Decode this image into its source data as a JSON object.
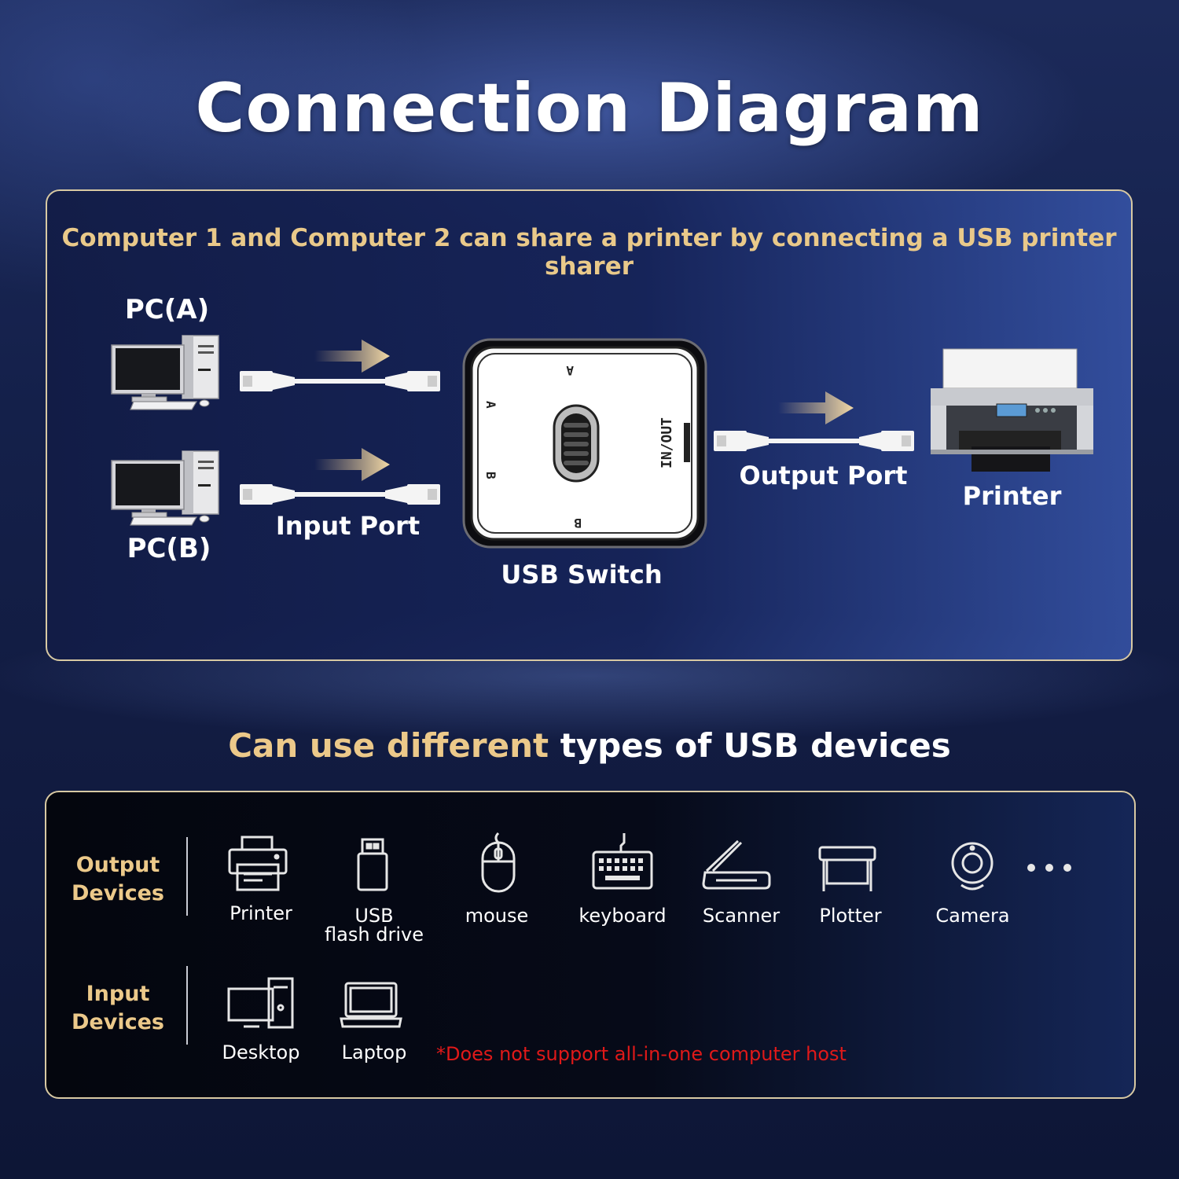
{
  "title": "Connection Diagram",
  "diagram": {
    "subtitle": "Computer 1 and Computer 2 can share a printer by connecting a USB printer sharer",
    "pc_a_label": "PC(A)",
    "pc_b_label": "PC(B)",
    "input_port_label": "Input Port",
    "usb_switch_label": "USB Switch",
    "output_port_label": "Output Port",
    "printer_label": "Printer",
    "switch_markings": {
      "in_out": "IN/OUT",
      "a": "A",
      "b": "B"
    }
  },
  "devices_section": {
    "title_gold": "Can use ",
    "title_gold_2": "different",
    "title_white": " types of USB devices",
    "output_category": [
      "Output",
      "Devices"
    ],
    "input_category": [
      "Input",
      "Devices"
    ],
    "output_devices": [
      {
        "icon": "printer-icon",
        "label": "Printer"
      },
      {
        "icon": "usb-flash-drive-icon",
        "label_line1": "USB",
        "label_line2": "flash drive"
      },
      {
        "icon": "mouse-icon",
        "label": "mouse"
      },
      {
        "icon": "keyboard-icon",
        "label": "keyboard"
      },
      {
        "icon": "scanner-icon",
        "label": "Scanner"
      },
      {
        "icon": "plotter-icon",
        "label": "Plotter"
      },
      {
        "icon": "camera-icon",
        "label": "Camera"
      },
      {
        "icon": "more-dots-icon"
      }
    ],
    "input_devices": [
      {
        "icon": "desktop-icon",
        "label": "Desktop"
      },
      {
        "icon": "laptop-icon",
        "label": "Laptop"
      }
    ],
    "note": "*Does not support all-in-one computer host",
    "note_color": "#e01919",
    "accent_color": "#ecc98a"
  }
}
